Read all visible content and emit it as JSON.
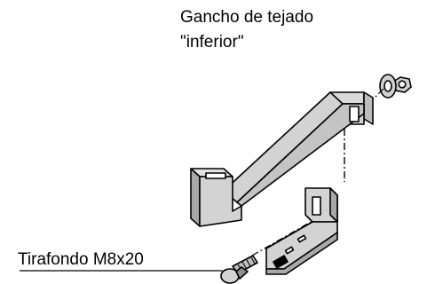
{
  "labels": {
    "title_line1": "Gancho de tejado",
    "title_line2": "\"inferior\"",
    "screw": "Tirafondo M8x20"
  },
  "colors": {
    "part_fill": "#d3d3d3",
    "part_shade": "#a8a8a8",
    "outline": "#000000",
    "background": "#ffffff"
  },
  "parts": [
    "roof-hook-upper",
    "mounting-bracket",
    "nut",
    "washer",
    "lag-screw"
  ]
}
